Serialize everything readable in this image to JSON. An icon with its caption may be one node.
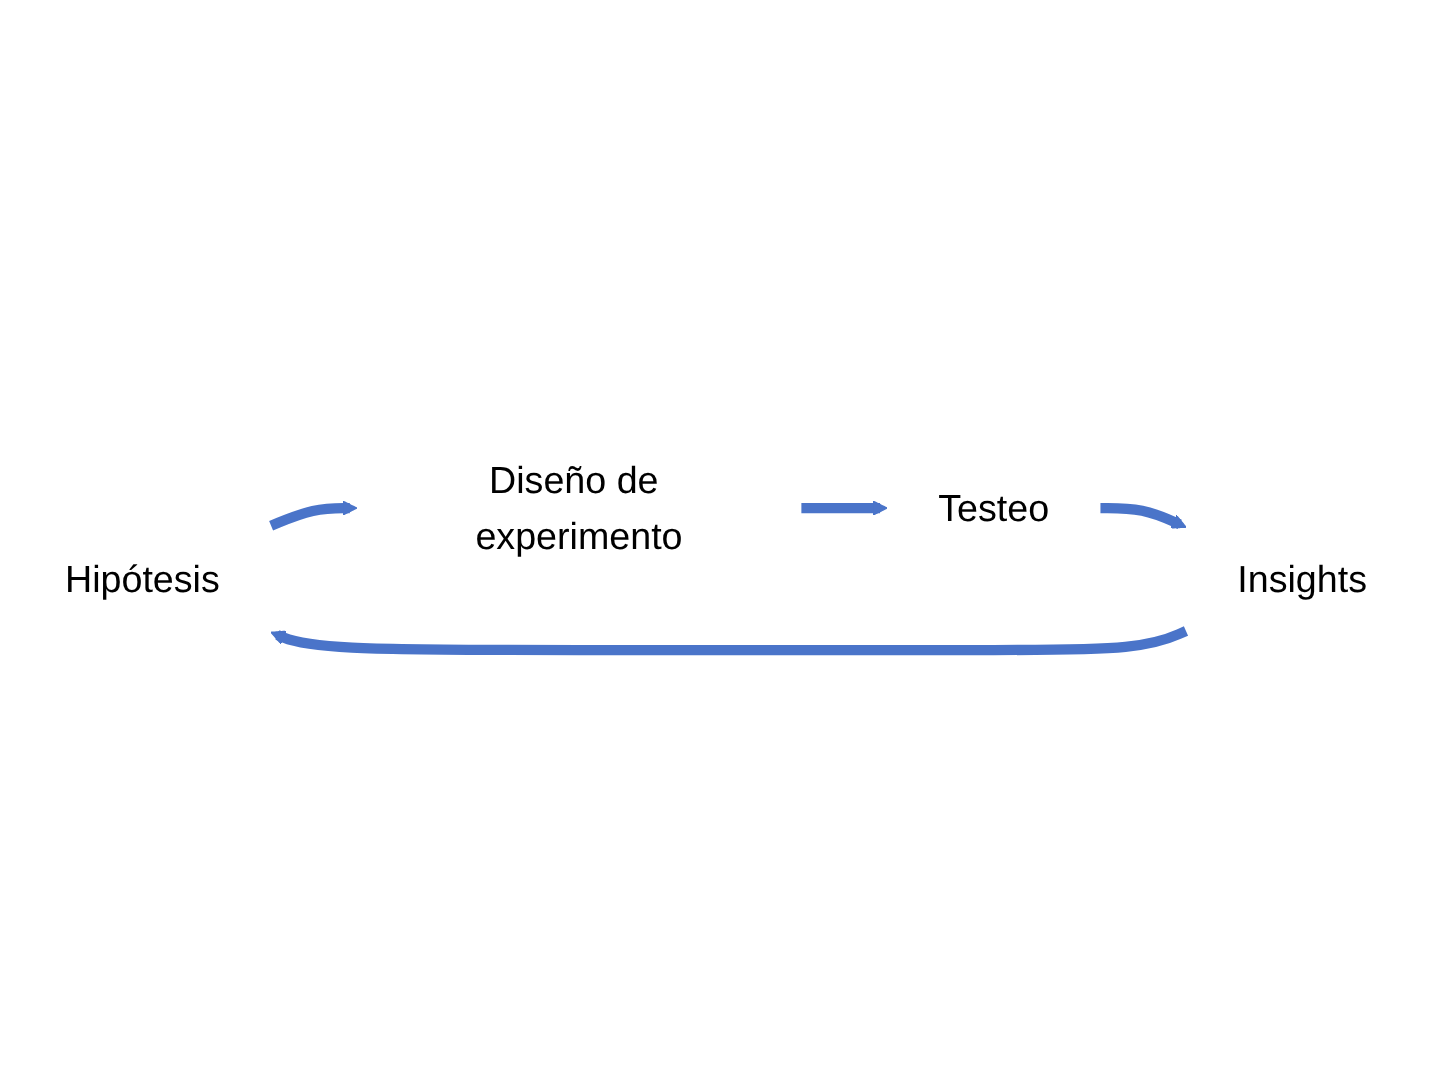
{
  "diagram": {
    "nodes": [
      {
        "text": [
          "Hipótesis"
        ]
      },
      {
        "text": [
          "Diseño de experimento"
        ]
      },
      {
        "text": [
          "Testeo"
        ]
      },
      {
        "text": [
          "Insights"
        ]
      }
    ],
    "edges": [
      {
        "from": 0,
        "to": 1,
        "arrow": "to"
      },
      {
        "from": 1,
        "to": 2,
        "arrow": "to"
      },
      {
        "from": 2,
        "to": 3,
        "arrow": "to"
      },
      {
        "from": 3,
        "to": 0,
        "arrow": "to"
      }
    ]
  }
}
